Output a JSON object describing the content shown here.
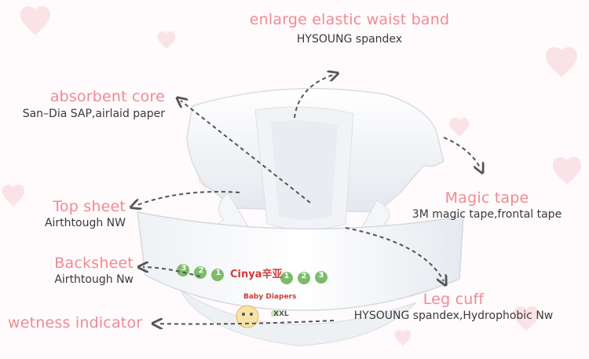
{
  "colors": {
    "accent": "#f08a93",
    "text": "#3a3a3a",
    "heart": "#f8dde1",
    "arrow": "#555555",
    "diaper_green": "#7dbb6a",
    "brand_red": "#d23a3a"
  },
  "callouts": {
    "waist_band": {
      "title": "enlarge elastic waist band",
      "desc": "HYSOUNG spandex"
    },
    "core": {
      "title": "absorbent core",
      "desc": "San–Dia SAP,airlaid paper"
    },
    "top_sheet": {
      "title": "Top sheet",
      "desc": "Airthtough NW"
    },
    "backsheet": {
      "title": "Backsheet",
      "desc": "Airthtough Nw"
    },
    "wetness": {
      "title": "wetness indicator"
    },
    "magic_tape": {
      "title": "Magic tape",
      "desc": "3M magic tape,frontal tape"
    },
    "leg_cuff": {
      "title": "Leg cuff",
      "desc": "HYSOUNG spandex,Hydrophobic Nw"
    }
  },
  "product": {
    "brand": "Cinya辛亚",
    "sub": "Baby Diapers",
    "size": "XXL",
    "steps_left": [
      "3",
      "2",
      "1"
    ],
    "steps_right": [
      "1",
      "2",
      "3"
    ]
  }
}
